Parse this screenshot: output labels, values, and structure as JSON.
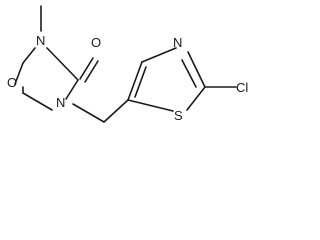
{
  "molecule": {
    "atoms": {
      "N_top": "N",
      "N_bottom": "N",
      "O_ring": "O",
      "O_carbonyl": "O",
      "N_thiazole": "N",
      "S_thiazole": "S",
      "Cl": "Cl"
    }
  }
}
